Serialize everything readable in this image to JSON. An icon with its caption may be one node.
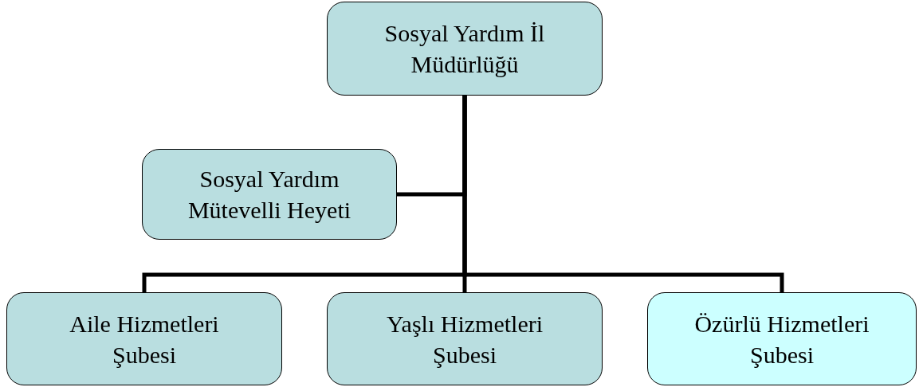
{
  "diagram": {
    "nodes": [
      {
        "text": [
          "Sosyal Yardım İl Müdürlüğü"
        ]
      },
      {
        "text": [
          "Sosyal Yardım Mütevelli Heyeti"
        ]
      },
      {
        "text": [
          "Aile Hizmetleri Şubesi"
        ]
      },
      {
        "text": [
          "Yaşlı Hizmetleri Şubesi"
        ]
      },
      {
        "text": [
          "Özürlü Hizmetleri Şubesi"
        ]
      }
    ],
    "edges": [
      {
        "from": 0,
        "to": 1,
        "arrow": "none"
      },
      {
        "from": 0,
        "to": 2,
        "arrow": "none"
      },
      {
        "from": 0,
        "to": 3,
        "arrow": "none"
      },
      {
        "from": 0,
        "to": 4,
        "arrow": "none"
      }
    ]
  }
}
